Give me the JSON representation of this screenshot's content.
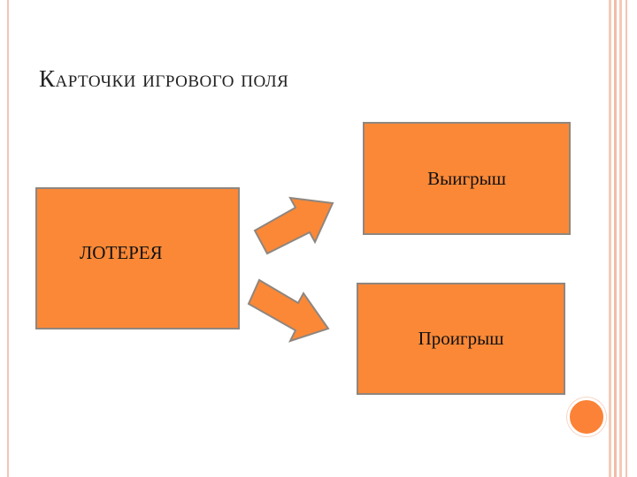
{
  "slide": {
    "title": "Карточки игрового поля"
  },
  "diagram": {
    "nodes": {
      "lottery": "ЛОТЕРЕЯ",
      "win": "Выигрыш",
      "lose": "Проигрыш"
    },
    "edges": [
      {
        "from": "lottery",
        "to": "win"
      },
      {
        "from": "lottery",
        "to": "lose"
      }
    ]
  },
  "colors": {
    "box_fill": "#fb8836",
    "box_border": "#8f867f",
    "arrow_fill": "#fb8836",
    "accent_circle": "#fb8236",
    "frame_stripe": "#f4c4b4"
  }
}
